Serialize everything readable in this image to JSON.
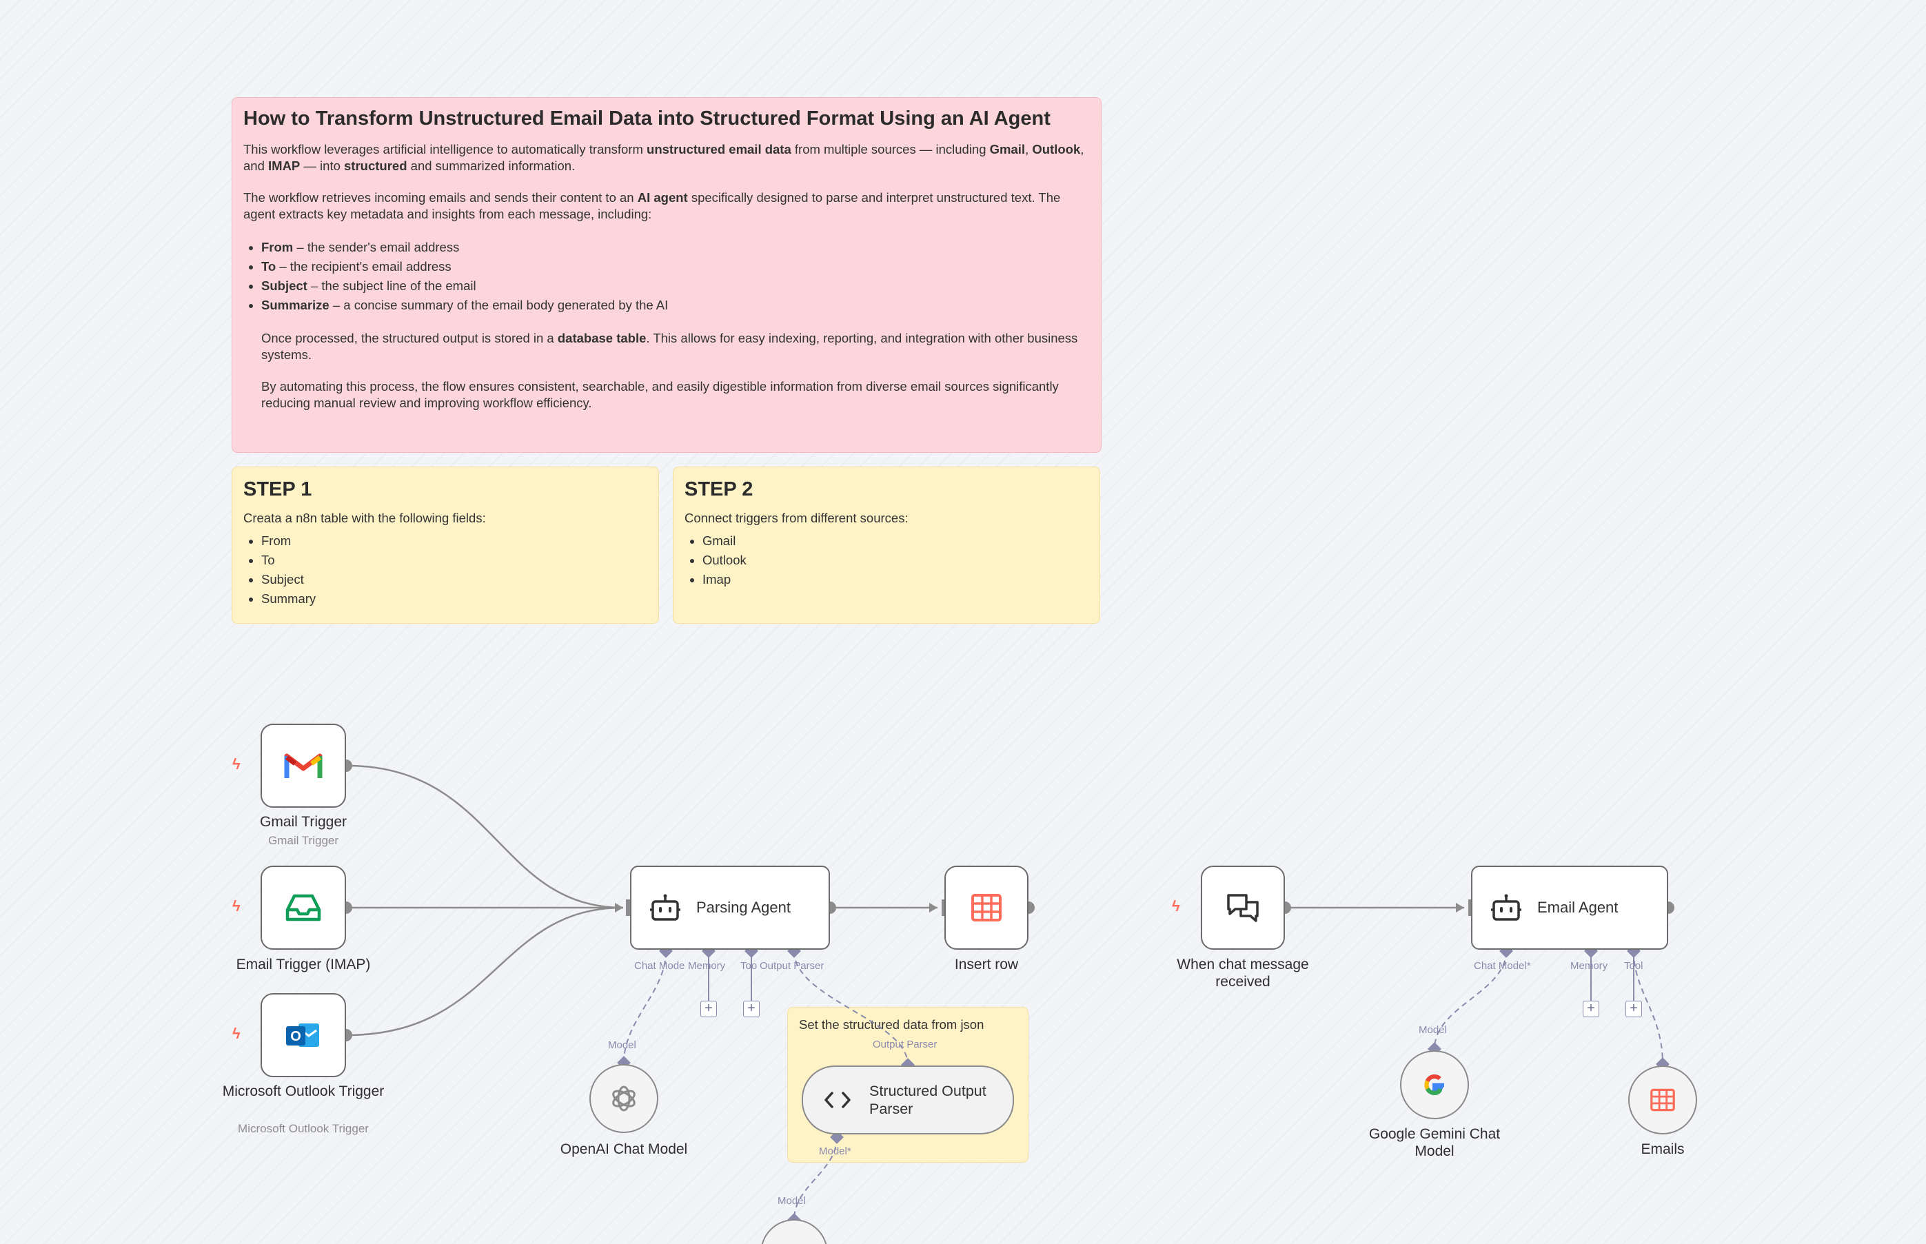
{
  "sticky_main": {
    "title": "How to Transform Unstructured Email Data into Structured Format Using an AI Agent",
    "p1": [
      "This workflow leverages artificial intelligence to automatically transform ",
      "unstructured email data",
      " from multiple sources — including ",
      "Gmail",
      ", ",
      "Outlook",
      ", and ",
      "IMAP",
      " — into ",
      "structured",
      " and summarized information."
    ],
    "p2": [
      "The workflow retrieves incoming emails and sends their content to an ",
      "AI agent",
      " specifically designed to parse and interpret unstructured text. The agent extracts key metadata and insights from each message, including:"
    ],
    "bullets": [
      {
        "term": "From",
        "desc": " – the sender's email address"
      },
      {
        "term": "To",
        "desc": " – the recipient's email address"
      },
      {
        "term": "Subject",
        "desc": " – the subject line of the email"
      },
      {
        "term": "Summarize",
        "desc": " – a concise summary of the email body generated by the AI"
      }
    ],
    "p3": [
      "Once processed, the structured output is stored in a ",
      "database table",
      ". This allows for easy indexing, reporting, and integration with other business systems."
    ],
    "p4": "By automating this process, the flow ensures consistent, searchable, and easily digestible information from diverse email sources significantly reducing manual review and improving workflow efficiency."
  },
  "step1": {
    "title": "STEP 1",
    "intro": "Creata a n8n table with the following fields:",
    "items": [
      "From",
      "To",
      "Subject",
      "Summary"
    ]
  },
  "step2": {
    "title": "STEP 2",
    "intro": "Connect triggers from different sources:",
    "items": [
      "Gmail",
      "Outlook",
      "Imap"
    ]
  },
  "sticky_parser": {
    "title": "Set the structured data from json"
  },
  "nodes": {
    "gmail_trigger": {
      "label": "Gmail Trigger",
      "subtitle": "Gmail Trigger",
      "icon": "gmail-icon"
    },
    "email_trigger_imap": {
      "label": "Email Trigger (IMAP)",
      "icon": "inbox-icon"
    },
    "outlook_trigger": {
      "label": "Microsoft Outlook Trigger",
      "subtitle": "Microsoft Outlook Trigger",
      "icon": "outlook-icon"
    },
    "parsing_agent": {
      "title": "Parsing Agent",
      "icon": "robot-icon"
    },
    "insert_row": {
      "label": "Insert row",
      "icon": "table-icon"
    },
    "openai_chat_model": {
      "label": "OpenAI Chat Model",
      "icon": "openai-icon"
    },
    "structured_output_parser": {
      "title": "Structured Output Parser",
      "icon": "code-icon"
    },
    "chat_trigger": {
      "label": "When chat message received",
      "icon": "chat-bubbles-icon"
    },
    "email_agent": {
      "title": "Email Agent",
      "icon": "robot-icon"
    },
    "gemini_chat_model": {
      "label": "Google Gemini Chat Model",
      "icon": "google-icon"
    },
    "emails": {
      "label": "Emails",
      "icon": "table-icon"
    }
  },
  "ports": {
    "parsing_chat_model": "Chat Mode",
    "parsing_memory": "Memory",
    "parsing_tool": "Too",
    "parsing_output_parser": "Output Parser",
    "openai_model": "Model",
    "parser_output_parser": "Output Parser",
    "parser_model": "Model*",
    "lower_model": "Model",
    "email_chat_model": "Chat Model*",
    "email_memory": "Memory",
    "email_tool": "Tool",
    "gemini_model": "Model"
  },
  "colors": {
    "sticky_pink": "#fcd6db",
    "sticky_yellow": "#fef2c7",
    "connection": "#8c8c8c",
    "sub_connection": "#8a8aad",
    "trigger_bolt": "#ff6d5a"
  }
}
